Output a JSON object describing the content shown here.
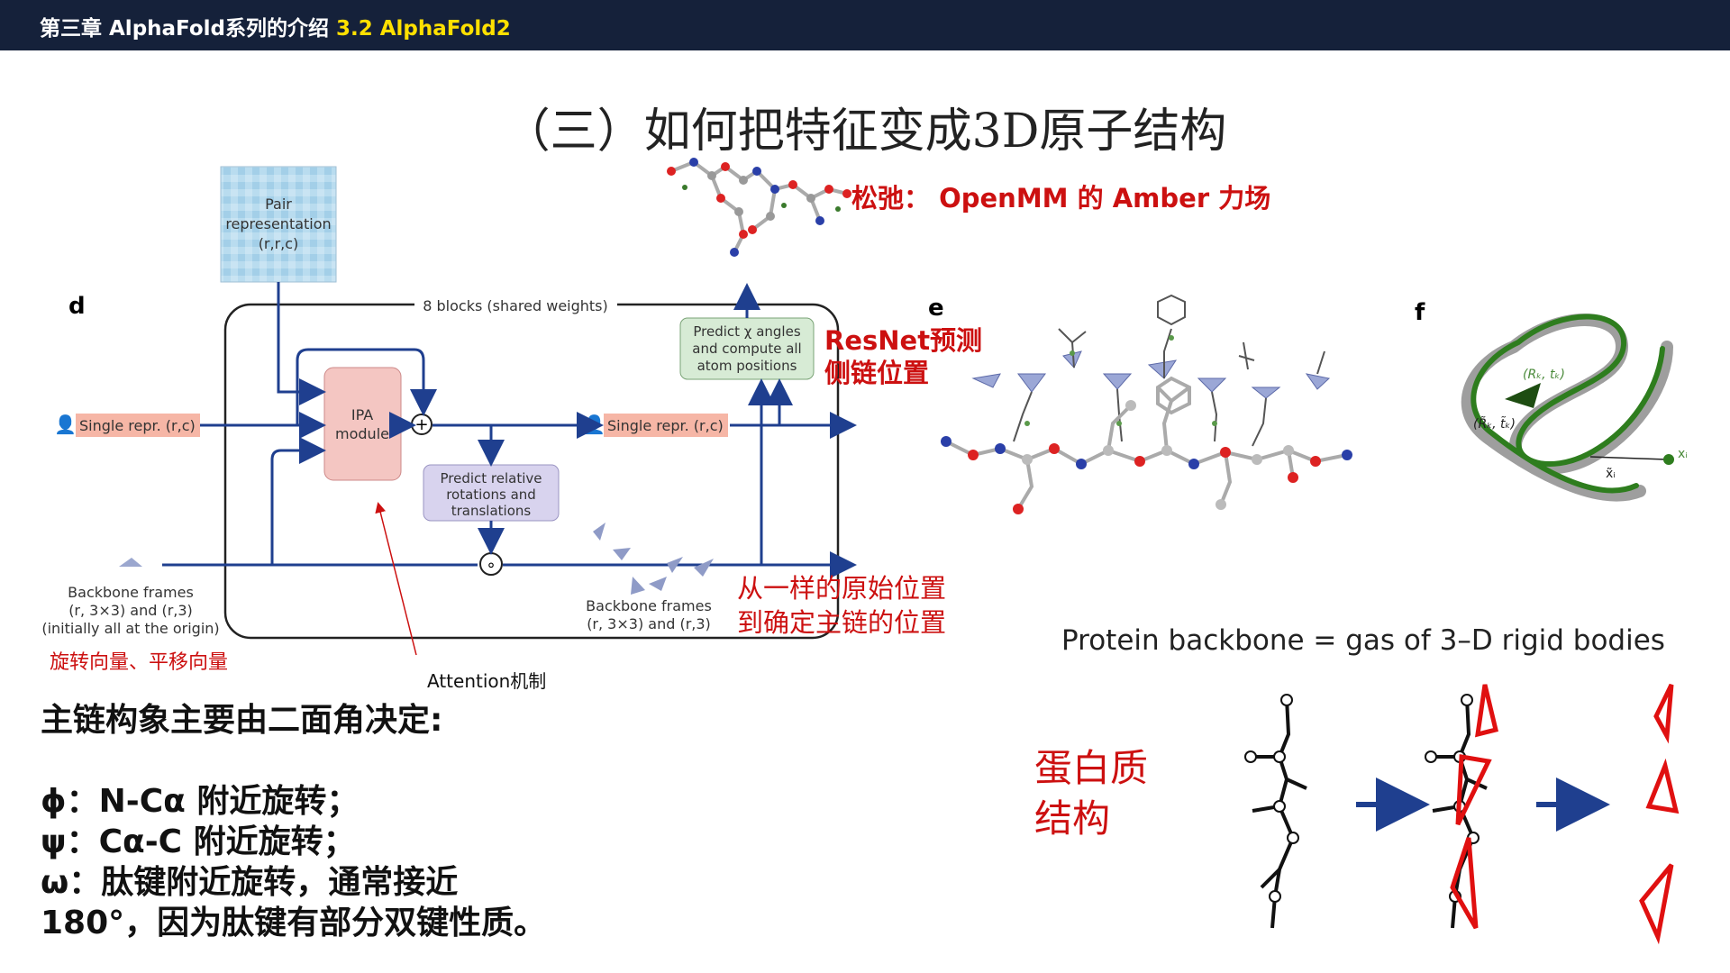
{
  "header": {
    "chapter": "第三章 AlphaFold系列的介绍",
    "section": "3.2 AlphaFold2"
  },
  "page_title": "（三）如何把特征变成3D原子结构",
  "panel_d": {
    "letter": "d",
    "pair_repr": [
      "Pair",
      "representation",
      "(r,r,c)"
    ],
    "blocks_label": "8 blocks (shared weights)",
    "single_in": "Single repr. (r,c)",
    "single_out": "Single repr. (r,c)",
    "ipa": [
      "IPA",
      "module"
    ],
    "plus": "+",
    "predict_rt": [
      "Predict relative",
      "rotations and",
      "translations"
    ],
    "compose": "∘",
    "predict_angles": [
      "Predict χ angles",
      "and compute all",
      "atom positions"
    ],
    "backbone_in": [
      "Backbone frames",
      "(r, 3×3) and (r,3)",
      "(initially all at the origin)"
    ],
    "backbone_out": [
      "Backbone frames",
      "(r, 3×3) and (r,3)"
    ]
  },
  "panel_e": {
    "letter": "e"
  },
  "panel_f": {
    "letter": "f",
    "label_top": "(Rₖ, tₖ)",
    "label_bottom": "(R̃ₖ, t̃ₖ)",
    "label_x_tilde": "x̃ᵢ",
    "label_x": "xᵢ"
  },
  "annotations": {
    "relax": "松弛：  OpenMM 的 Amber 力场",
    "resnet": [
      "ResNet预测",
      "侧链位置"
    ],
    "uniform": [
      "从一样的原始位置",
      "到确定主链的位置"
    ],
    "rot_trans": "旋转向量、平移向量",
    "attention": "Attention机制",
    "protein_structure": [
      "蛋白质",
      "结构"
    ],
    "gas_caption": "Protein backbone = gas of 3–D rigid bodies"
  },
  "backbone_notes": {
    "heading": "主链构象主要由二面角决定:",
    "lines": [
      "ϕ：N-Cα 附近旋转；",
      "ψ：Cα-C 附近旋转；",
      "ω：肽键附近旋转，通常接近",
      "180°，因为肽键有部分双键性质。"
    ]
  },
  "colors": {
    "header_bg": "#15213a",
    "accent_yellow": "#ffe000",
    "annotation_red": "#cc1010",
    "arrow_blue": "#1f3f8f",
    "ipa_fill": "#f4c6c2",
    "predict_rt_fill": "#d8d3ee",
    "predict_angles_fill": "#d7ebd5",
    "pair_fill": "#a9d3ea",
    "triangle_red": "#e01010",
    "backbone_green": "#2e7d1e"
  }
}
